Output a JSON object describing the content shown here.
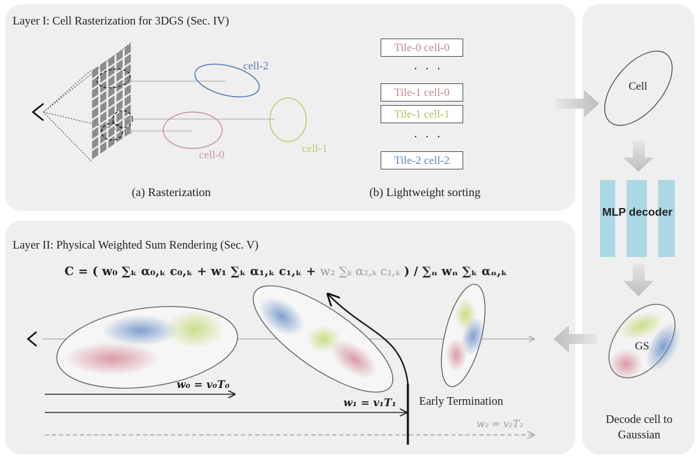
{
  "layer1": {
    "title": "Layer I: Cell Rasterization for 3DGS (Sec. IV)",
    "caption_a": "(a) Rasterization",
    "caption_b": "(b) Lightweight sorting",
    "cells": [
      {
        "label": "cell-0",
        "color": "#c9969c"
      },
      {
        "label": "cell-1",
        "color": "#b9cf6e"
      },
      {
        "label": "cell-2",
        "color": "#5a7fb5"
      }
    ],
    "sort_list": [
      {
        "label": "Tile-0 cell-0",
        "color": "#c4868f"
      },
      {
        "label": "· · ·",
        "color": "#222222"
      },
      {
        "label": "Tile-1 cell-0",
        "color": "#c4868f"
      },
      {
        "label": "Tile-1 cell-1",
        "color": "#a9c45e"
      },
      {
        "label": "· · ·",
        "color": "#222222"
      },
      {
        "label": "Tile-2 cell-2",
        "color": "#5a86b8"
      }
    ]
  },
  "layer2": {
    "title": "Layer II: Physical Weighted Sum Rendering (Sec. V)",
    "equation": {
      "lhs": "C = (",
      "term0": "w₀ ∑ₖ α₀,ₖ c₀,ₖ",
      "plus1": "+",
      "term1": "w₁ ∑ₖ α₁,ₖ c₁,ₖ",
      "plus2": "+",
      "term2": "w₂ ∑ₖ α₂,ₖ c₂,ₖ",
      "rhs": ") / ∑ₙ wₙ ∑ₖ αₙ,ₖ"
    },
    "weights": [
      {
        "label": "w₀ = v₀T₀"
      },
      {
        "label": "w₁ = v₁T₁"
      },
      {
        "label": "w₂ = v₂T₂"
      }
    ],
    "early_termination": "Early Termination"
  },
  "side": {
    "cell_label": "Cell",
    "decoder_label": "MLP decoder",
    "gs_label": "GS",
    "caption": "Decode cell to Gaussian",
    "decoder_color": "#acd8e6"
  }
}
